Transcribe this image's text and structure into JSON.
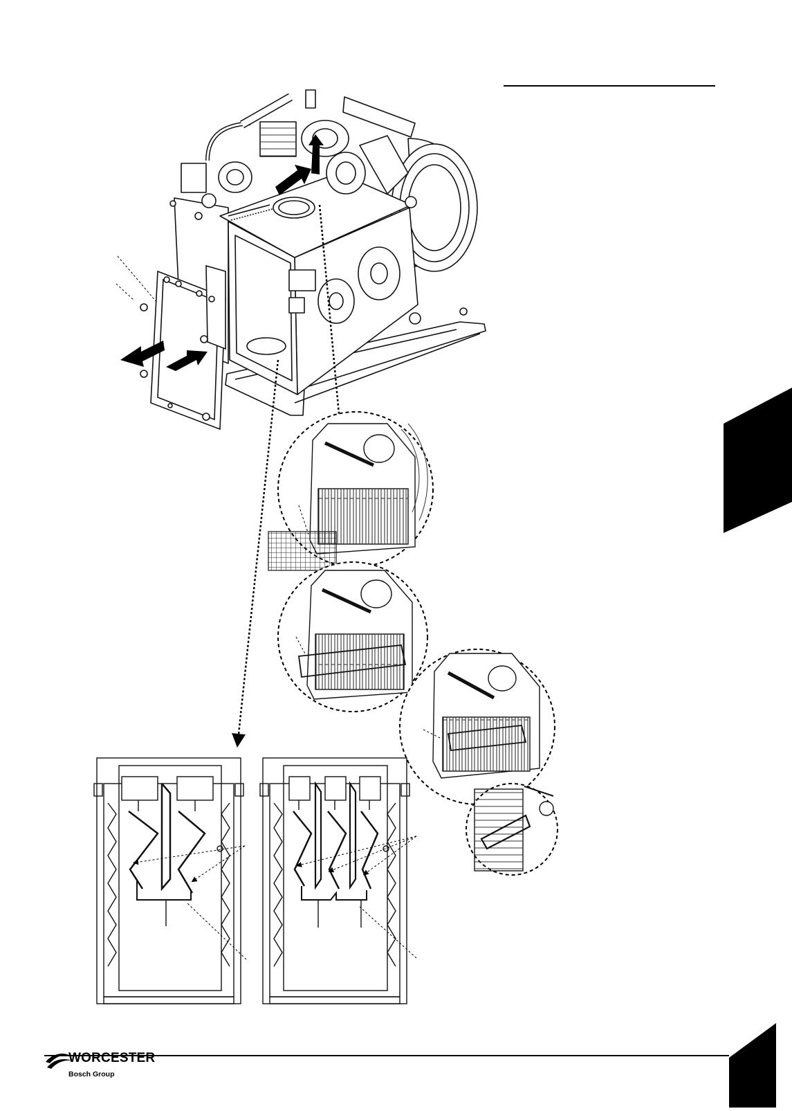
{
  "footer": {
    "brand": "WORCESTER",
    "group": "Bosch Group"
  },
  "icons": {
    "logo": "worcester-swirl-logo",
    "side_tab": "black-section-tab",
    "page_tab": "black-page-tab"
  },
  "colors": {
    "ink": "#000000",
    "paper": "#ffffff",
    "line_art": "#1a1a1a"
  }
}
